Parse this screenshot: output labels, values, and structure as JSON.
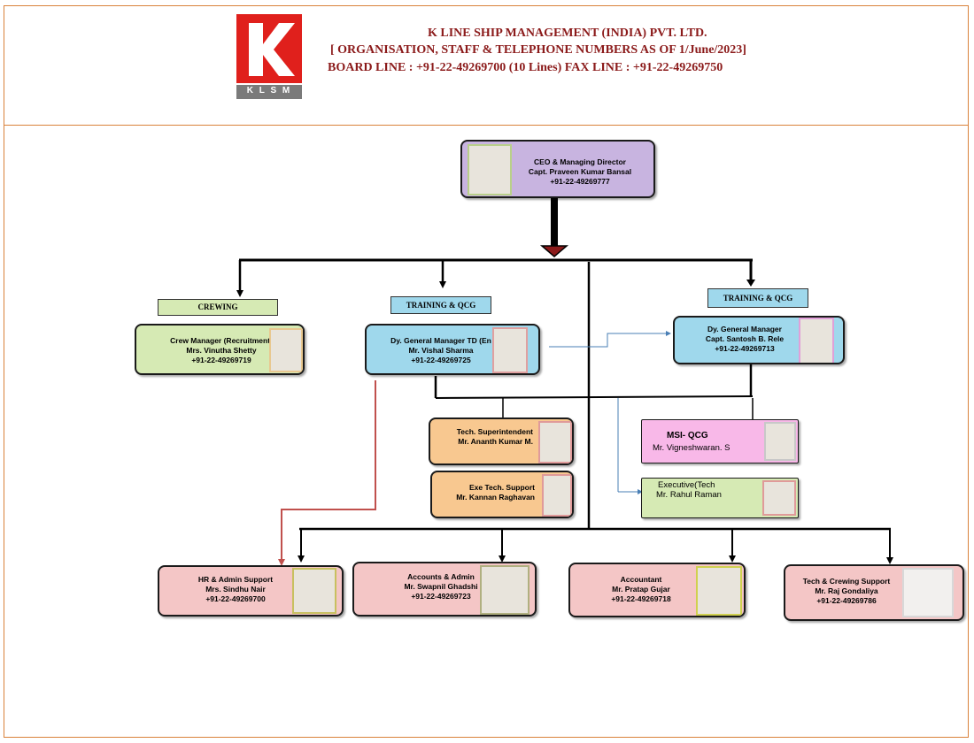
{
  "header": {
    "company": "K  LINE SHIP MANAGEMENT (INDIA) PVT. LTD.",
    "subtitle": "[ ORGANISATION, STAFF & TELEPHONE NUMBERS AS OF 1/June/2023]",
    "board_line": "BOARD LINE : +91-22-49269700  (10 Lines)  FAX LINE : +91-22-49269750",
    "logo_letter": "K",
    "logo_text": "K L S M"
  },
  "colors": {
    "accent_red": "#8b1a1a",
    "frame": "#d9823b",
    "ceo_fill": "#c8b4e0",
    "crew_fill": "#d6eab4",
    "training_fill": "#9fd8ec",
    "tech_fill": "#f8c890",
    "msi_fill": "#f8b8e8",
    "exec_fill": "#d6eab4",
    "support_fill": "#f4c6c6"
  },
  "ceo": {
    "title": "CEO & Managing Director",
    "name": "Capt. Praveen Kumar Bansal",
    "phone": "+91-22-49269777"
  },
  "sections": {
    "crewing": "CREWING",
    "training_left": "TRAINING & QCG",
    "training_right": "TRAINING & QCG"
  },
  "crew_manager": {
    "title": "Crew Manager (Recruitment)",
    "name": "Mrs. Vinutha Shetty",
    "phone": "+91-22-49269719"
  },
  "dgm_td": {
    "title": "Dy. General Manager TD  (En",
    "name": "Mr. Vishal Sharma",
    "phone": "+91-22-49269725"
  },
  "dgm_right": {
    "title": "Dy. General Manager",
    "name": "Capt. Santosh B. Rele",
    "phone": "+91-22-49269713"
  },
  "tech_super": {
    "title": "Tech. Superintendent",
    "name": "Mr. Ananth Kumar M."
  },
  "exe_tech": {
    "title": "Exe Tech. Support",
    "name": "Mr. Kannan Raghavan"
  },
  "msi": {
    "title": "MSI- QCG",
    "name": "Mr. Vigneshwaran. S"
  },
  "exec_tech": {
    "title": "Executive(Tech",
    "name": "Mr. Rahul Raman"
  },
  "hr": {
    "title": "HR & Admin Support",
    "name": "Mrs. Sindhu  Nair",
    "phone": "+91-22-49269700"
  },
  "accounts": {
    "title": "Accounts  & Admin",
    "name": "Mr. Swapnil Ghadshi",
    "phone": "+91-22-49269723"
  },
  "accountant": {
    "title": "Accountant",
    "name": "Mr. Pratap Gujar",
    "phone": "+91-22-49269718"
  },
  "tech_crewing": {
    "title": "Tech & Crewing  Support",
    "name": "Mr. Raj Gondaliya",
    "phone": "+91-22-49269786"
  }
}
